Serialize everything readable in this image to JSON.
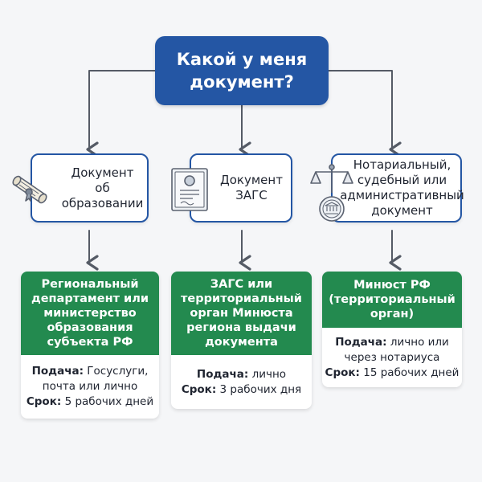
{
  "question": {
    "lines": [
      "Какой у меня",
      "документ?"
    ]
  },
  "documents": [
    {
      "icon": "diploma-scroll-icon",
      "lines": [
        "Документ об",
        "образовании"
      ]
    },
    {
      "icon": "certificate-icon",
      "lines": [
        "Документ",
        "ЗАГС"
      ]
    },
    {
      "icon": "scales-of-justice-icon",
      "lines": [
        "Нотариальный,",
        "судебный или",
        "административный",
        "документ"
      ]
    }
  ],
  "authorities": [
    {
      "head_lines": [
        "Региональный",
        "департамент или",
        "министерство",
        "образования",
        "субъекта РФ"
      ],
      "submit_label": "Подача:",
      "submit_lines": [
        "Госуслуги,",
        "почта или лично"
      ],
      "term_label": "Срок:",
      "term_value": "5 рабочих дней"
    },
    {
      "head_lines": [
        "ЗАГС или",
        "территориальный",
        "орган Минюста",
        "региона выдачи",
        "документа"
      ],
      "submit_label": "Подача:",
      "submit_lines": [
        "лично"
      ],
      "term_label": "Срок:",
      "term_value": "3 рабочих дня"
    },
    {
      "head_lines": [
        "Минюст РФ",
        "(территориальный",
        "орган)"
      ],
      "submit_label": "Подача:",
      "submit_lines": [
        "лично или",
        "через нотариуса"
      ],
      "term_label": "Срок:",
      "term_value": "15 рабочих дней"
    }
  ],
  "colors": {
    "primary_blue": "#2456a4",
    "authority_green": "#238a4f",
    "arrow_gray": "#555b66",
    "background": "#f5f6f8"
  }
}
